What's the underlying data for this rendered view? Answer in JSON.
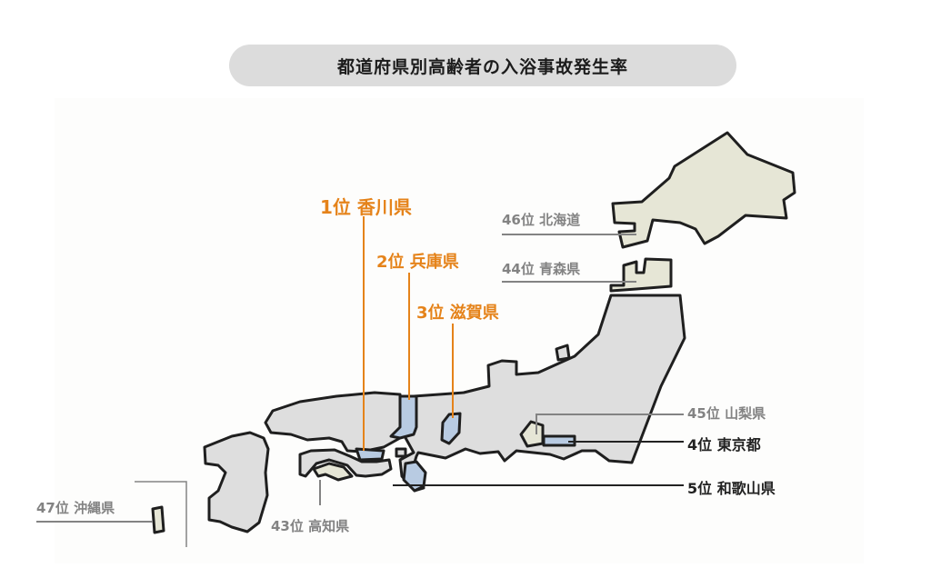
{
  "title": "都道府県別高齢者の入浴事故発生率",
  "colors": {
    "highlight": "#e5831a",
    "top_region": "#b8cbe2",
    "low_region": "#e6e6d6",
    "land": "#dedede",
    "outline": "#1f1f1f",
    "low_label": "#838383",
    "dark_label": "#222222"
  },
  "rankings": [
    {
      "rank_label": "1位 香川県",
      "rank": 1,
      "prefecture": "香川県"
    },
    {
      "rank_label": "2位 兵庫県",
      "rank": 2,
      "prefecture": "兵庫県"
    },
    {
      "rank_label": "3位 滋賀県",
      "rank": 3,
      "prefecture": "滋賀県"
    },
    {
      "rank_label": "4位 東京都",
      "rank": 4,
      "prefecture": "東京都"
    },
    {
      "rank_label": "5位 和歌山県",
      "rank": 5,
      "prefecture": "和歌山県"
    },
    {
      "rank_label": "43位 高知県",
      "rank": 43,
      "prefecture": "高知県"
    },
    {
      "rank_label": "44位 青森県",
      "rank": 44,
      "prefecture": "青森県"
    },
    {
      "rank_label": "45位 山梨県",
      "rank": 45,
      "prefecture": "山梨県"
    },
    {
      "rank_label": "46位 北海道",
      "rank": 46,
      "prefecture": "北海道"
    },
    {
      "rank_label": "47位 沖縄県",
      "rank": 47,
      "prefecture": "沖縄県"
    }
  ]
}
